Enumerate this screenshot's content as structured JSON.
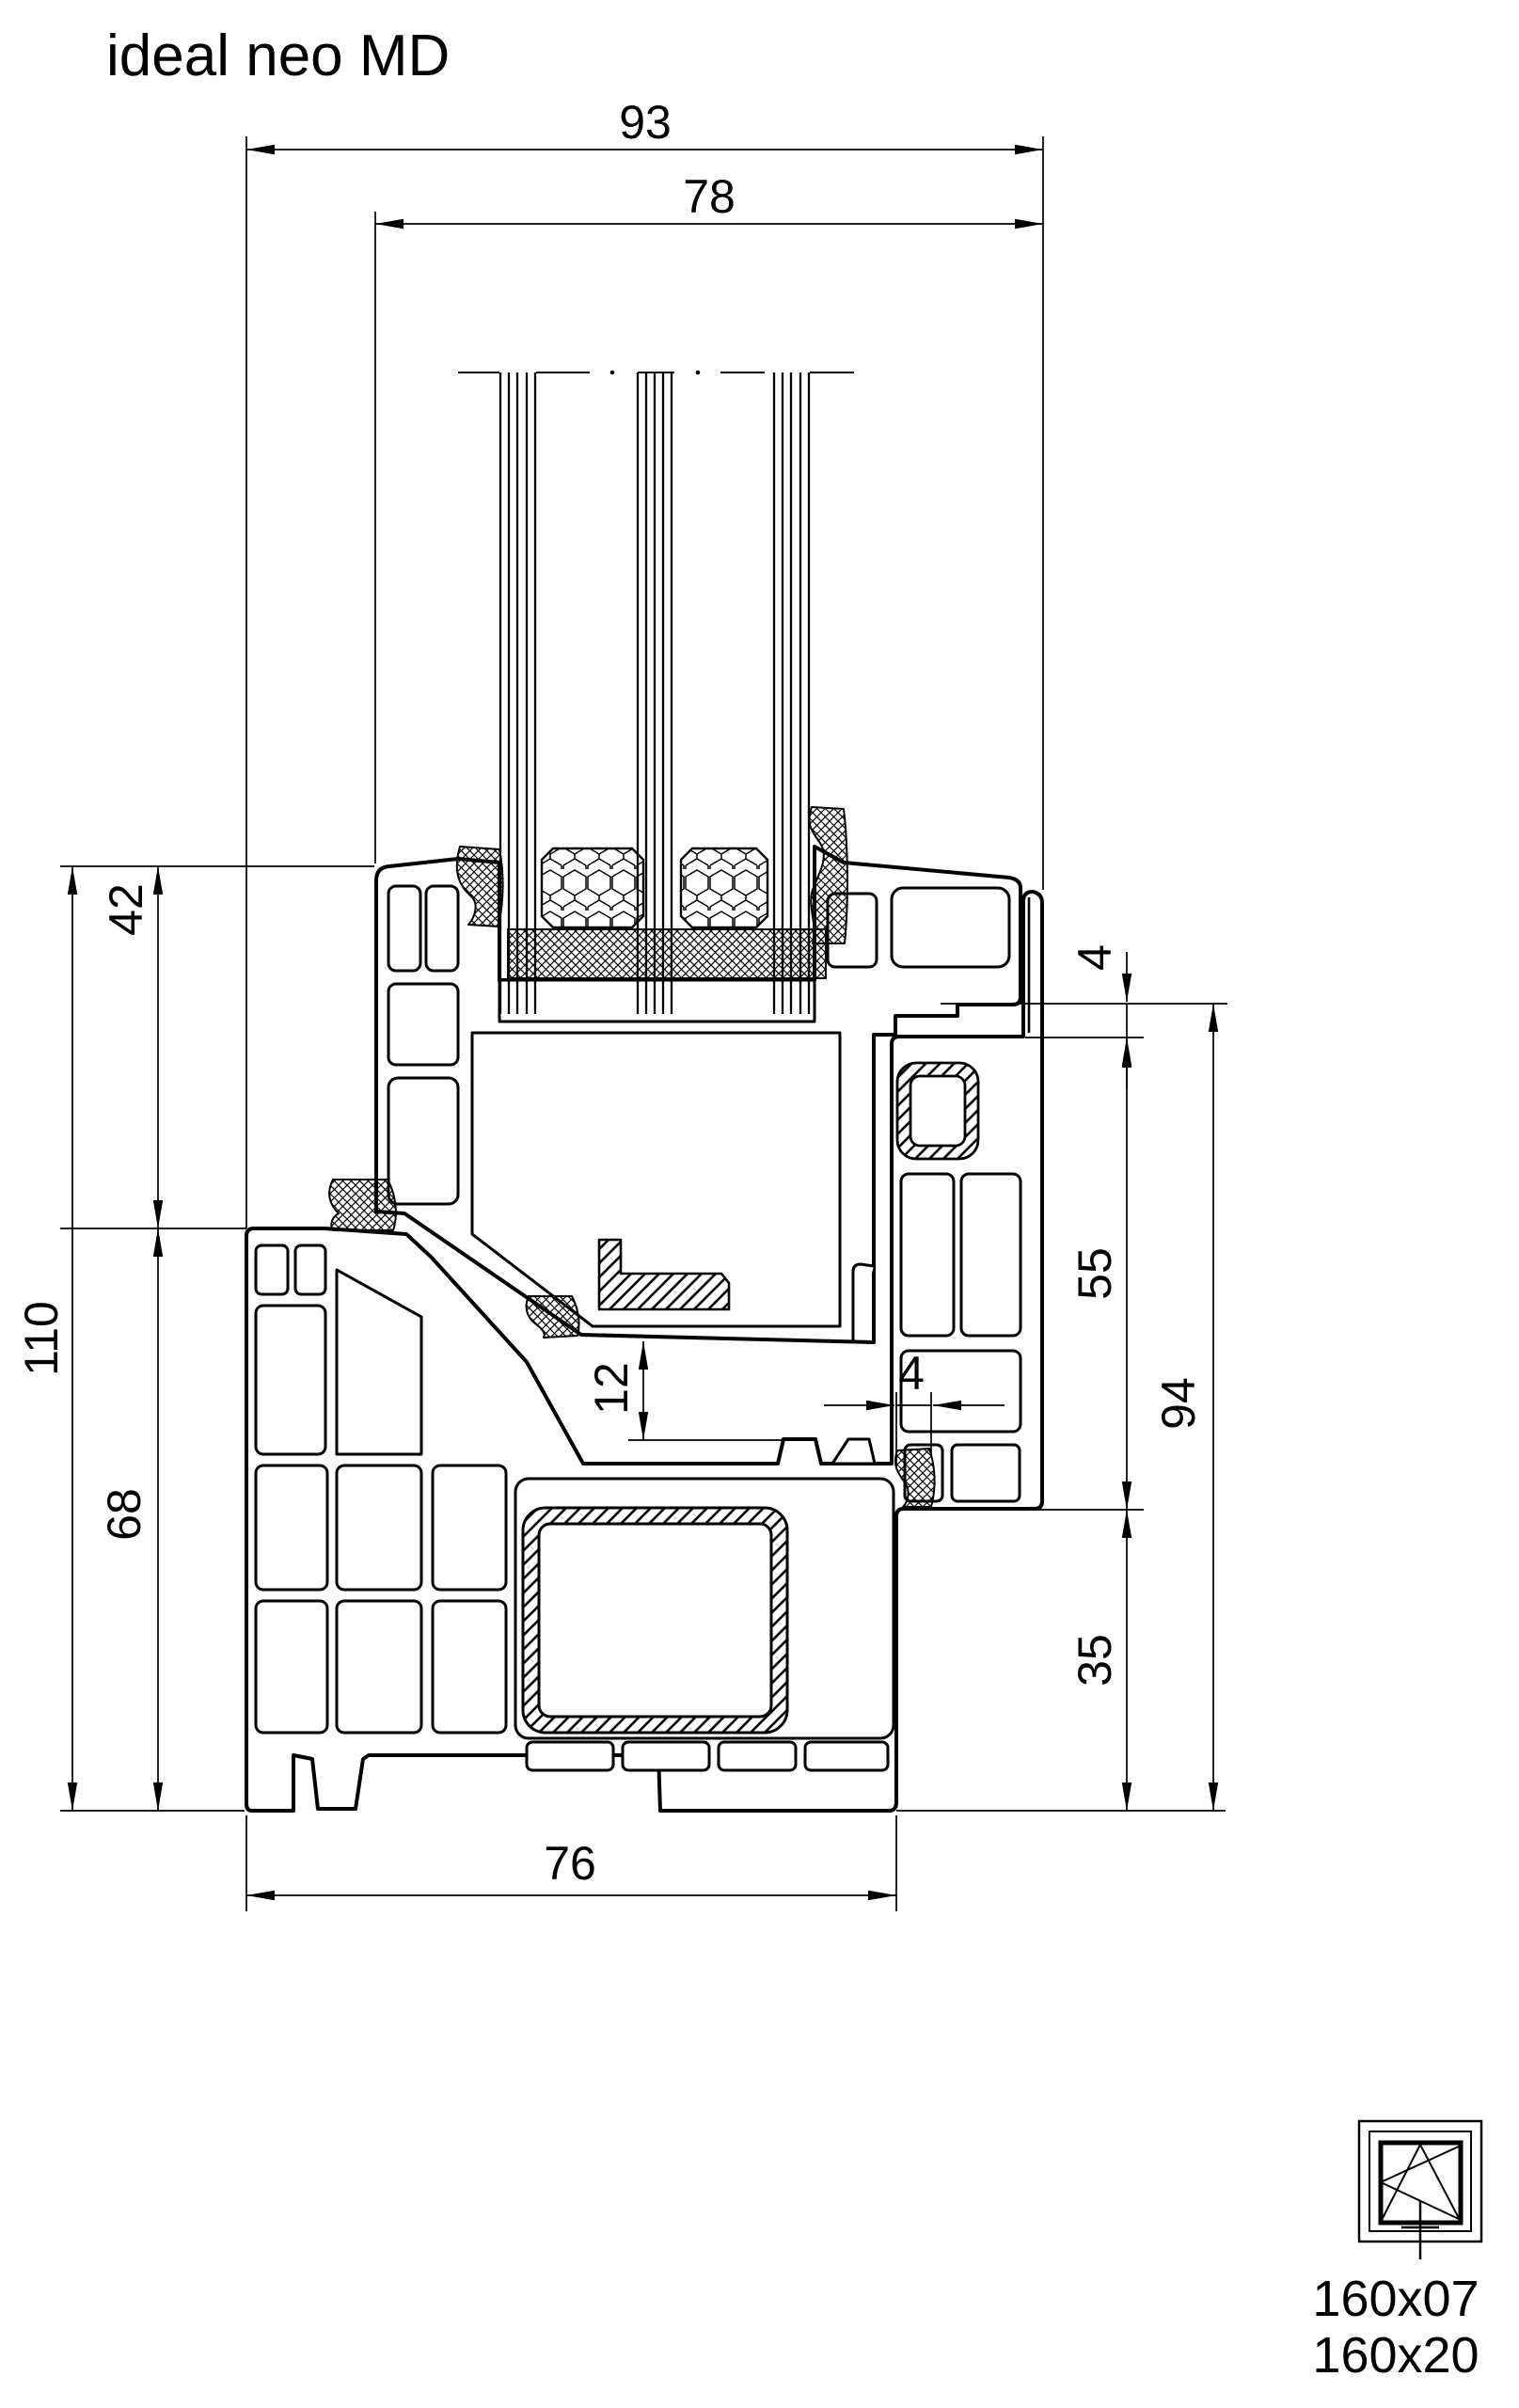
{
  "title": "ideal neo MD",
  "dims": {
    "d93": "93",
    "d78": "78",
    "d110": "110",
    "d42": "42",
    "d68": "68",
    "d4_top": "4",
    "d55": "55",
    "d94": "94",
    "d35": "35",
    "d12": "12",
    "d4_mid": "4",
    "d76": "76"
  },
  "symbol": {
    "code_top": "160x07",
    "code_bottom": "160x20",
    "icon": "turn-tilt-window-icon"
  },
  "colors": {
    "ink": "#000000",
    "paper": "#ffffff"
  }
}
